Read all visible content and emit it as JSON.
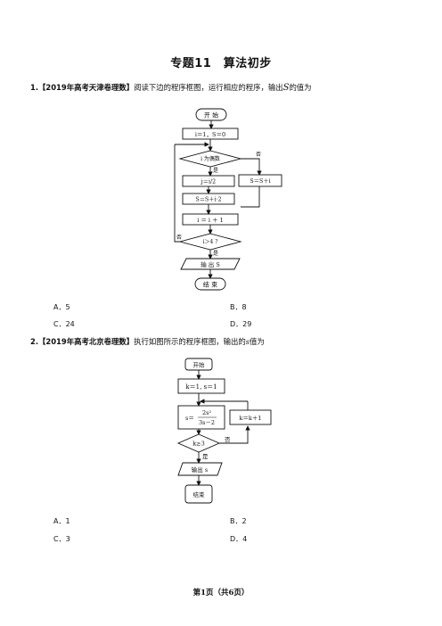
{
  "title": "专题11　算法初步",
  "q1": {
    "number": "1.",
    "source": "【2019年高考天津卷理数】",
    "text": "阅读下边的程序框图，运行相应的程序，输出",
    "var": "S",
    "tail": "的值为",
    "flowchart": {
      "start": "开  始",
      "init": "i＝1，S＝0",
      "cond1": "i 为偶数",
      "no_label": "否",
      "yes_label": "是",
      "j_assign": "j＝i/2",
      "s_update_even": "S＝S＋i·2",
      "s_update_odd": "S＝S＋i",
      "inc": "i ＝ i ＋ 1",
      "cond2": "i＞4 ?",
      "no2_label": "否",
      "yes2_label": "是",
      "output": "输  出 S",
      "end": "结  束"
    },
    "options": {
      "A": "A．5",
      "B": "B．8",
      "C": "C．24",
      "D": "D．29"
    }
  },
  "q2": {
    "number": "2.",
    "source": "【2019年高考北京卷理数】",
    "text": "执行如图所示的程序框图，输出的",
    "var": "s",
    "tail": "值为",
    "flowchart": {
      "start": "开始",
      "init": "k＝1, s＝1",
      "s_num": "2s²",
      "s_den": "3s－2",
      "s_lhs": "s＝",
      "inc": "k＝k＋1",
      "cond": "k≥3",
      "no_label": "否",
      "yes_label": "是",
      "output": "输出 s",
      "end": "结束"
    },
    "options": {
      "A": "A．1",
      "B": "B．2",
      "C": "C．3",
      "D": "D．4"
    }
  },
  "footer": "第1页（共6页）"
}
